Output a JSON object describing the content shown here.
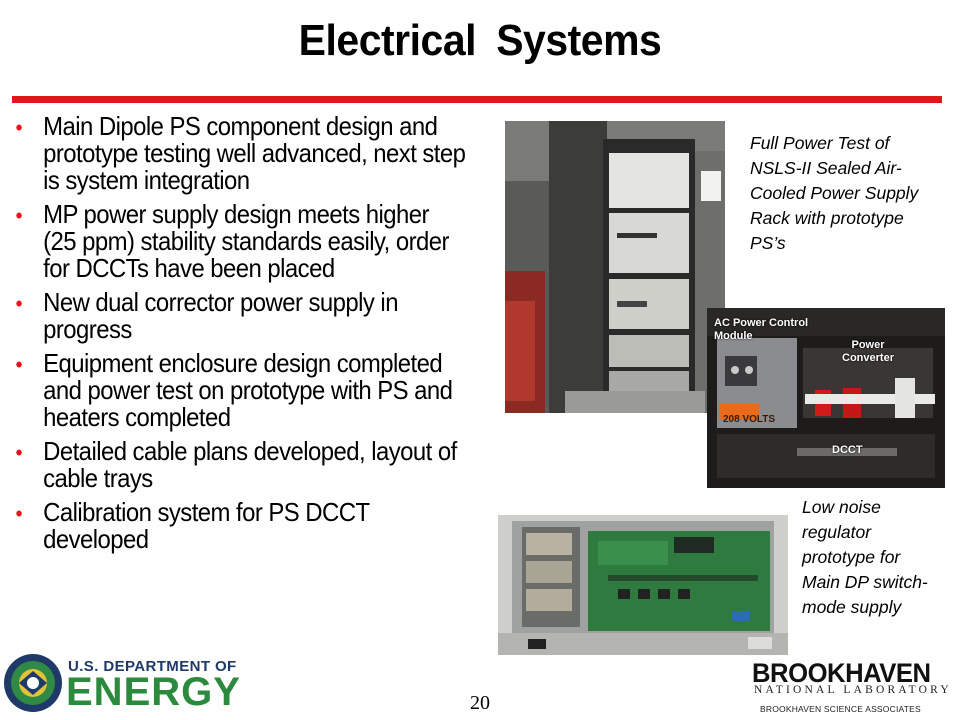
{
  "slide": {
    "title": "Electrical  Systems",
    "page_number": "20"
  },
  "bullets": [
    "Main Dipole PS component design and prototype testing well advanced, next step is system integration",
    "MP power supply design meets higher (25 ppm) stability standards easily, order for DCCTs have been placed",
    "New dual corrector power supply in progress",
    "Equipment enclosure design completed and power test on prototype with PS and heaters completed",
    "Detailed cable plans developed, layout of cable trays",
    "Calibration system for PS DCCT developed"
  ],
  "captions": {
    "rack_test": "Full Power Test of NSLS-II Sealed Air-Cooled Power Supply Rack with prototype PS’s",
    "regulator": "Low noise regulator prototype for Main DP switch-mode supply"
  },
  "photo_labels": {
    "ac_module": "AC Power Control Module",
    "power_converter": "Power Converter",
    "dcct": "DCCT",
    "volts_tag": "208 VOLTS"
  },
  "footer": {
    "doe_line1": "U.S. DEPARTMENT OF",
    "doe_line2": "ENERGY",
    "bnl_name": "BROOKHAVEN",
    "bnl_sub": "NATIONAL LABORATORY",
    "bnl_assoc": "BROOKHAVEN SCIENCE ASSOCIATES"
  },
  "colors": {
    "accent_red": "#e8141b",
    "doe_green": "#2b8a3e",
    "doe_blue": "#1f3a68"
  }
}
